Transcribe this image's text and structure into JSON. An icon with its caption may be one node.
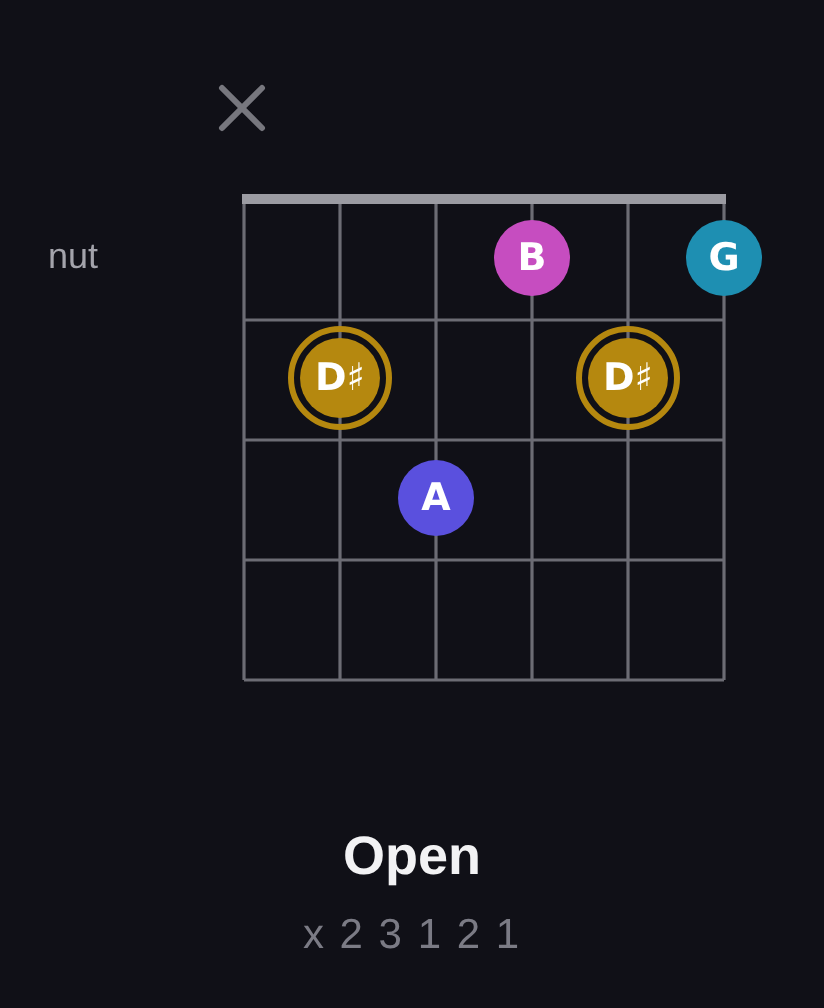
{
  "diagram": {
    "caption": "Open",
    "nodes": [
      {
        "text": [
          "B"
        ]
      },
      {
        "text": [
          "G"
        ]
      },
      {
        "text": [
          "D♯"
        ]
      },
      {
        "text": [
          "D♯"
        ]
      },
      {
        "text": [
          "A"
        ]
      }
    ],
    "labels": [
      "nut",
      "x 2 3 1 2 1"
    ]
  }
}
